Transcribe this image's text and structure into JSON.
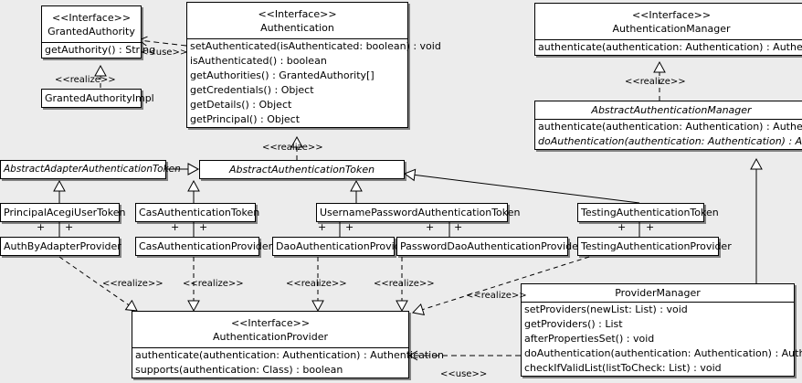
{
  "diagram": {
    "type": "uml-class-diagram",
    "background": "#ececec",
    "stereotype_interface": "<<Interface>>",
    "label_realize": "<<realize>>",
    "label_use": "<<use>>",
    "association_marker": "+"
  },
  "classes": {
    "granted_authority": {
      "stereotype": "<<Interface>>",
      "name": "GrantedAuthority",
      "methods": [
        "getAuthority() : String"
      ]
    },
    "granted_authority_impl": {
      "name": "GrantedAuthorityImpl",
      "methods": []
    },
    "authentication": {
      "stereotype": "<<Interface>>",
      "name": "Authentication",
      "methods": [
        "setAuthenticated(isAuthenticated: boolean) : void",
        "isAuthenticated() : boolean",
        "getAuthorities() : GrantedAuthority[]",
        "getCredentials() : Object",
        "getDetails() : Object",
        "getPrincipal() : Object"
      ]
    },
    "authentication_manager": {
      "stereotype": "<<Interface>>",
      "name": "AuthenticationManager",
      "methods": [
        "authenticate(authentication: Authentication) : Authentication"
      ]
    },
    "abstract_authentication_manager": {
      "name": "AbstractAuthenticationManager",
      "abstract": true,
      "methods": [
        "authenticate(authentication: Authentication) : Authentication",
        "doAuthentication(authentication: Authentication) : Authentication"
      ],
      "abstract_methods": [
        false,
        true
      ]
    },
    "abstract_adapter_authentication_token": {
      "name": "AbstractAdapterAuthenticationToken",
      "abstract": true,
      "methods": []
    },
    "abstract_authentication_token": {
      "name": "AbstractAuthenticationToken",
      "abstract": true,
      "methods": []
    },
    "principal_acegi_user_token": {
      "name": "PrincipalAcegiUserToken",
      "methods": []
    },
    "cas_authentication_token": {
      "name": "CasAuthenticationToken",
      "methods": []
    },
    "username_password_authentication_token": {
      "name": "UsernamePasswordAuthenticationToken",
      "methods": []
    },
    "testing_authentication_token": {
      "name": "TestingAuthenticationToken",
      "methods": []
    },
    "auth_by_adapter_provider": {
      "name": "AuthByAdapterProvider",
      "methods": []
    },
    "cas_authentication_provider": {
      "name": "CasAuthenticationProvider",
      "methods": []
    },
    "dao_authentication_provider": {
      "name": "DaoAuthenticationProvider",
      "methods": []
    },
    "password_dao_authentication_provider": {
      "name": "PasswordDaoAuthenticationProvider",
      "methods": []
    },
    "testing_authentication_provider": {
      "name": "TestingAuthenticationProvider",
      "methods": []
    },
    "authentication_provider": {
      "stereotype": "<<Interface>>",
      "name": "AuthenticationProvider",
      "methods": [
        "authenticate(authentication: Authentication) : Authentication",
        "supports(authentication: Class) : boolean"
      ]
    },
    "provider_manager": {
      "name": "ProviderManager",
      "methods": [
        "setProviders(newList: List) : void",
        "getProviders() : List",
        "afterPropertiesSet() : void",
        "doAuthentication(authentication: Authentication) : Authentication",
        "checkIfValidList(listToCheck: List) : void"
      ]
    }
  },
  "relationship_labels": {
    "use_authentication_granted": "<<use>>",
    "realize_granted_impl": "<<realize>>",
    "realize_abstract_token": "<<realize>>",
    "realize_abstract_manager": "<<realize>>",
    "realize_auth_by_adapter": "<<realize>>",
    "realize_cas_provider": "<<realize>>",
    "realize_dao_provider": "<<realize>>",
    "realize_password_dao_provider": "<<realize>>",
    "realize_testing_provider": "<<realize>>",
    "use_provider_manager": "<<use>>"
  },
  "association_markers": {
    "principal_acegi": [
      "+",
      "+"
    ],
    "cas_token": [
      "+",
      "+"
    ],
    "username_password_token": [
      "+",
      "+",
      "+",
      "+"
    ],
    "testing_token": [
      "+",
      "+"
    ]
  }
}
